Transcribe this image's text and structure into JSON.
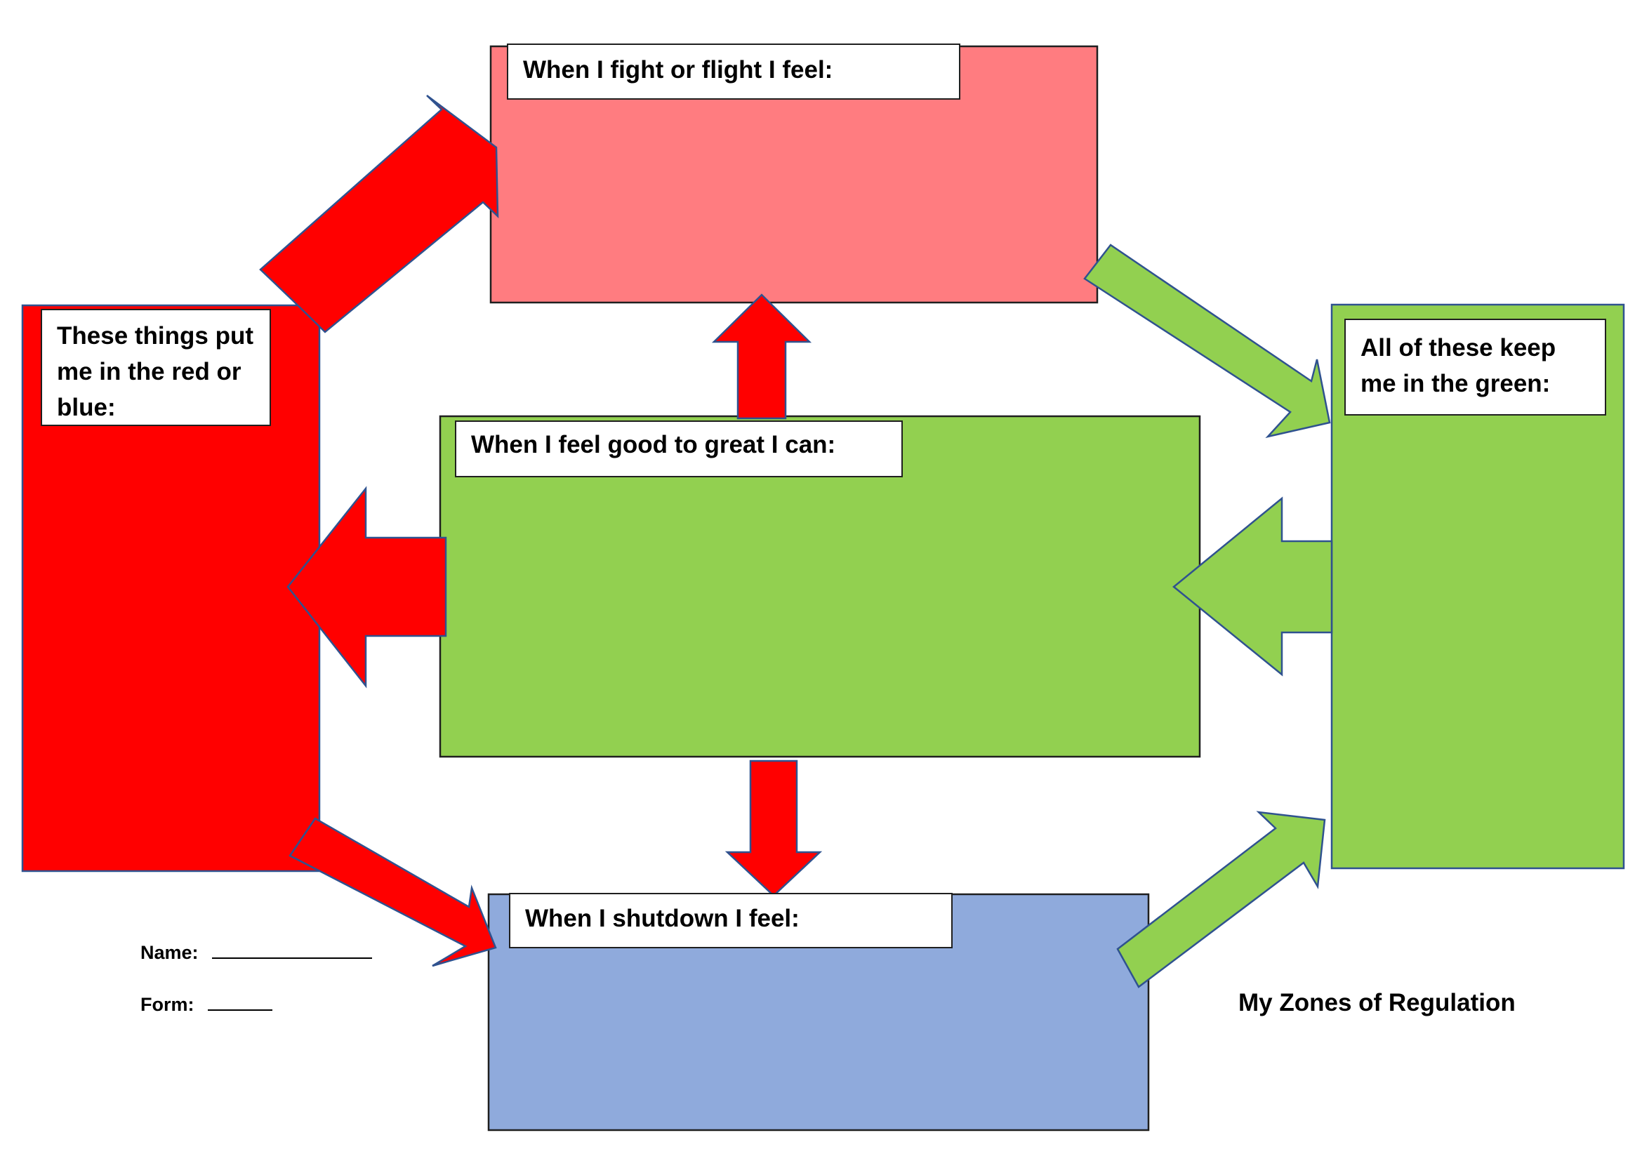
{
  "title": "My Zones of Regulation",
  "colors": {
    "red_zone": "#ff0000",
    "fight_flight_zone": "#ff7c80",
    "green_zone": "#92d050",
    "blue_zone": "#8faadc",
    "outline": "#2f528f"
  },
  "boxes": {
    "fight_flight": {
      "label": "When I fight or flight I feel:"
    },
    "good_great": {
      "label": "When I feel good to great I can:"
    },
    "shutdown": {
      "label": "When I shutdown I feel:"
    },
    "red_or_blue": {
      "label": "These things put me in the red or blue:"
    },
    "keep_green": {
      "label": "All of these keep me in the green:"
    }
  },
  "student": {
    "name_label": "Name:",
    "form_label": "Form:"
  }
}
